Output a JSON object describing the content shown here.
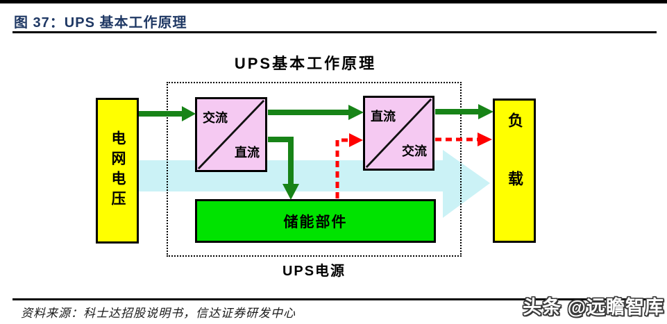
{
  "header": {
    "figure_label": "图 37：UPS 基本工作原理"
  },
  "diagram": {
    "title": "UPS基本工作原理",
    "ups_box_label": "UPS电源",
    "grid_voltage_label": "电网电压",
    "load_label": "负载",
    "rectifier": {
      "input_label": "交流",
      "output_label": "直流"
    },
    "inverter": {
      "input_label": "直流",
      "output_label": "交流"
    },
    "storage_label": "储能部件"
  },
  "footer": {
    "source": "资料来源：科士达招股说明书，信达证券研发中心",
    "watermark": "头条 @远瞻智库"
  },
  "colors": {
    "box_yellow": "#FFFF00",
    "box_pink": "#F5C9F2",
    "box_green": "#00E300",
    "arrow_green": "#178317",
    "arrow_red": "#FF0000",
    "arrow_cyan": "#CBF2F6",
    "title_navy": "#1F3864",
    "line_black": "#000000"
  }
}
